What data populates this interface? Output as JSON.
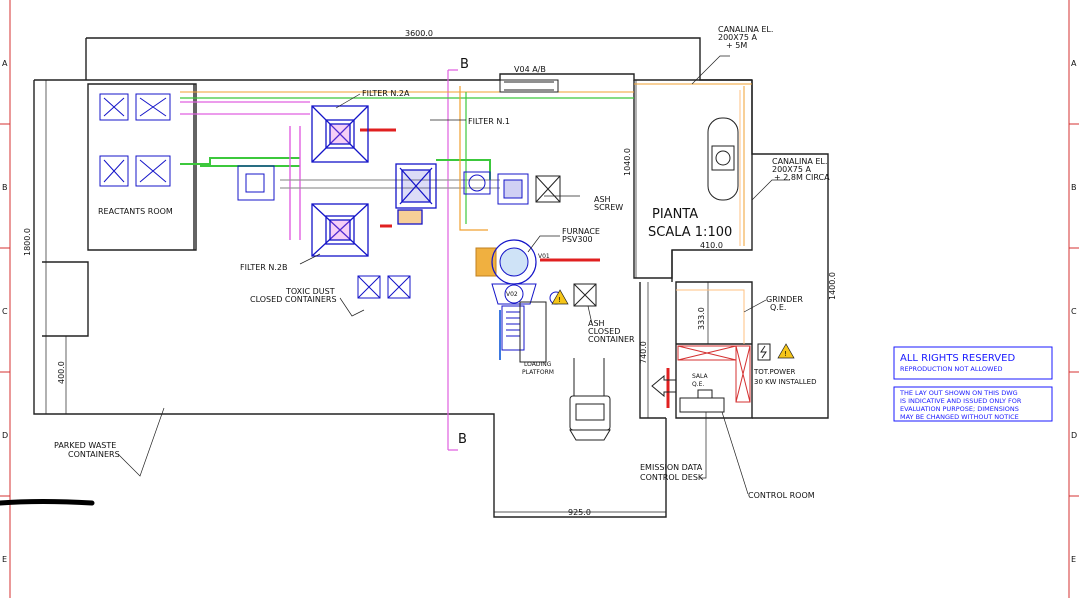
{
  "border": {
    "rows": [
      "A",
      "B",
      "C",
      "D",
      "E"
    ]
  },
  "dimensions": {
    "top_width": "3600.0",
    "left_height": "1800.0",
    "left_lower": "400.0",
    "bottom_width": "925.0",
    "control_height": "740.0",
    "control_width": "410.0",
    "right_height": "1400.0",
    "pianta_height": "1040.0",
    "grinder_height": "333.0"
  },
  "section": {
    "top": "B",
    "bottom": "B"
  },
  "labels": {
    "canalina1_l1": "CANALINA EL.",
    "canalina1_l2": "200X75 A",
    "canalina1_l3": "+ 5M",
    "canalina2_l1": "CANALINA EL.",
    "canalina2_l2": "200X75 A",
    "canalina2_l3": "+ 2.8M CIRCA",
    "v04": "V04 A/B",
    "filter2a": "FILTER N.2A",
    "filter1": "FILTER N.1",
    "filter2b": "FILTER N.2B",
    "reactants": "REACTANTS ROOM",
    "toxic_l1": "TOXIC DUST",
    "toxic_l2": "CLOSED CONTAINERS",
    "ash_screw_l1": "ASH",
    "ash_screw_l2": "SCREW",
    "furnace_l1": "FURNACE",
    "furnace_l2": "PSV300",
    "v01": "V01",
    "v02": "V02",
    "ash_cont_l1": "ASH",
    "ash_cont_l2": "CLOSED",
    "ash_cont_l3": "CONTAINER",
    "loading_l1": "LOADING",
    "loading_l2": "PLATFORM",
    "pianta_l1": "PIANTA",
    "pianta_l2": "SCALA 1:100",
    "grinder_l1": "GRINDER",
    "grinder_l2": "Q.E.",
    "sala_l1": "SALA",
    "sala_l2": "Q.E.",
    "totpower_l1": "TOT.POWER",
    "totpower_l2": "30 KW INSTALLED",
    "parked_l1": "PARKED WASTE",
    "parked_l2": "CONTAINERS",
    "emission_l1": "EMISSION DATA",
    "emission_l2": "CONTROL DESK",
    "control_room": "CONTROL ROOM"
  },
  "notice": {
    "title": "ALL RIGHTS RESERVED",
    "subtitle": "REPRODUCTION NOT ALLOWED",
    "body_l1": "THE LAY OUT SHOWN ON THIS DWG",
    "body_l2": "IS INDICATIVE AND ISSUED ONLY FOR",
    "body_l3": "EVALUATION PURPOSE; DIMENSIONS",
    "body_l4": "MAY BE CHANGED WITHOUT NOTICE"
  },
  "colors": {
    "walls": "#222222",
    "equipment_blue": "#1414c8",
    "pipe_green": "#3cc83c",
    "pipe_red": "#e02020",
    "pipe_magenta": "#e060e0",
    "pipe_orange": "#f0a030",
    "frame_red": "#d43030",
    "notice_blue": "#1a1aff"
  },
  "icons": [
    "warning-icon",
    "warning-icon",
    "electric-panel-icon",
    "forklift-icon",
    "arrow-icon"
  ]
}
